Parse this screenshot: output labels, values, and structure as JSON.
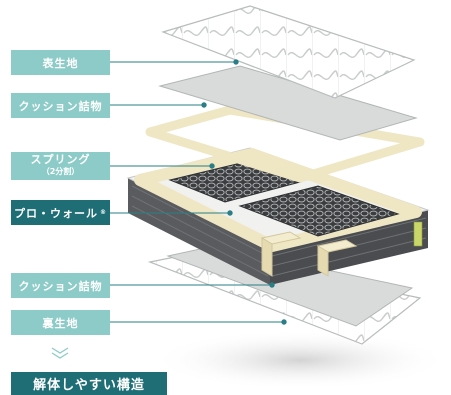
{
  "labels": {
    "top_cover": "表生地",
    "upper_cushion": "クッション詰物",
    "spring_line1": "スプリング",
    "spring_line2": "（2分割）",
    "pro_wall": "プロ・ウォール",
    "pro_wall_mark": "®",
    "lower_cushion": "クッション詰物",
    "bottom_cover": "裏生地"
  },
  "conclusion": "解体しやすい構造",
  "icons": {
    "chevron": "double-chevron-down-icon"
  },
  "colors": {
    "light_label": "#8ccbc7",
    "dark_label": "#1f6e76",
    "leader_line": "#2a7f86"
  }
}
